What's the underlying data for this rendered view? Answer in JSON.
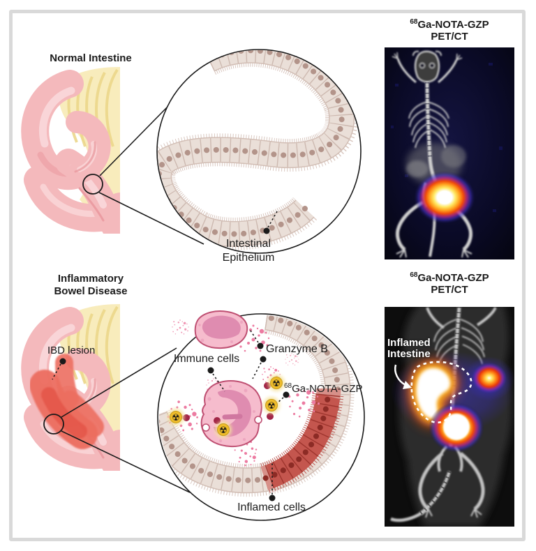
{
  "figure": {
    "description_note": "Schematic: granzyme B PET imaging of inflammatory bowel disease"
  },
  "panels": {
    "normal": {
      "label": "Normal Intestine",
      "zoom_annotation_line1": "Intestinal",
      "zoom_annotation_line2": "Epithelium",
      "pet_title_isotope": "68",
      "pet_title_tracer": "Ga-NOTA-GZP",
      "pet_title_modality": "PET/CT"
    },
    "ibd": {
      "label_line1": "Inflammatory",
      "label_line2": "Bowel Disease",
      "lesion_label": "IBD lesion",
      "annotation_immune_cells": "Immune cells",
      "annotation_granzyme_b": "Granzyme B",
      "annotation_tracer_isotope": "68",
      "annotation_tracer_name": "Ga-NOTA-GZP",
      "annotation_inflamed_cells": "Inflamed cells",
      "pet_title_isotope": "68",
      "pet_title_tracer": "Ga-NOTA-GZP",
      "pet_title_modality": "PET/CT",
      "pet_overlay_line1": "Inflamed",
      "pet_overlay_line2": "Intestine"
    }
  },
  "icons": {
    "radiation": "☢"
  },
  "colors": {
    "frame_border": "#d9d9d9",
    "intestine_pink": "#f4b9bc",
    "mesentery_yellow": "#f8ecbc",
    "lesion_red": "#ec6e5f",
    "epithelium_beige": "#eadfd8",
    "inflamed_cell_red": "#c4564e",
    "immune_cell_pink": "#f6bccd",
    "granzyme_speckle": "#ec7ba1",
    "tracer_yellow": "#eebc2b",
    "tracer_maroon": "#a12647",
    "pet_hotspot_orange": "#ff9e1c",
    "pet_background_navy": "#0a0a24"
  }
}
